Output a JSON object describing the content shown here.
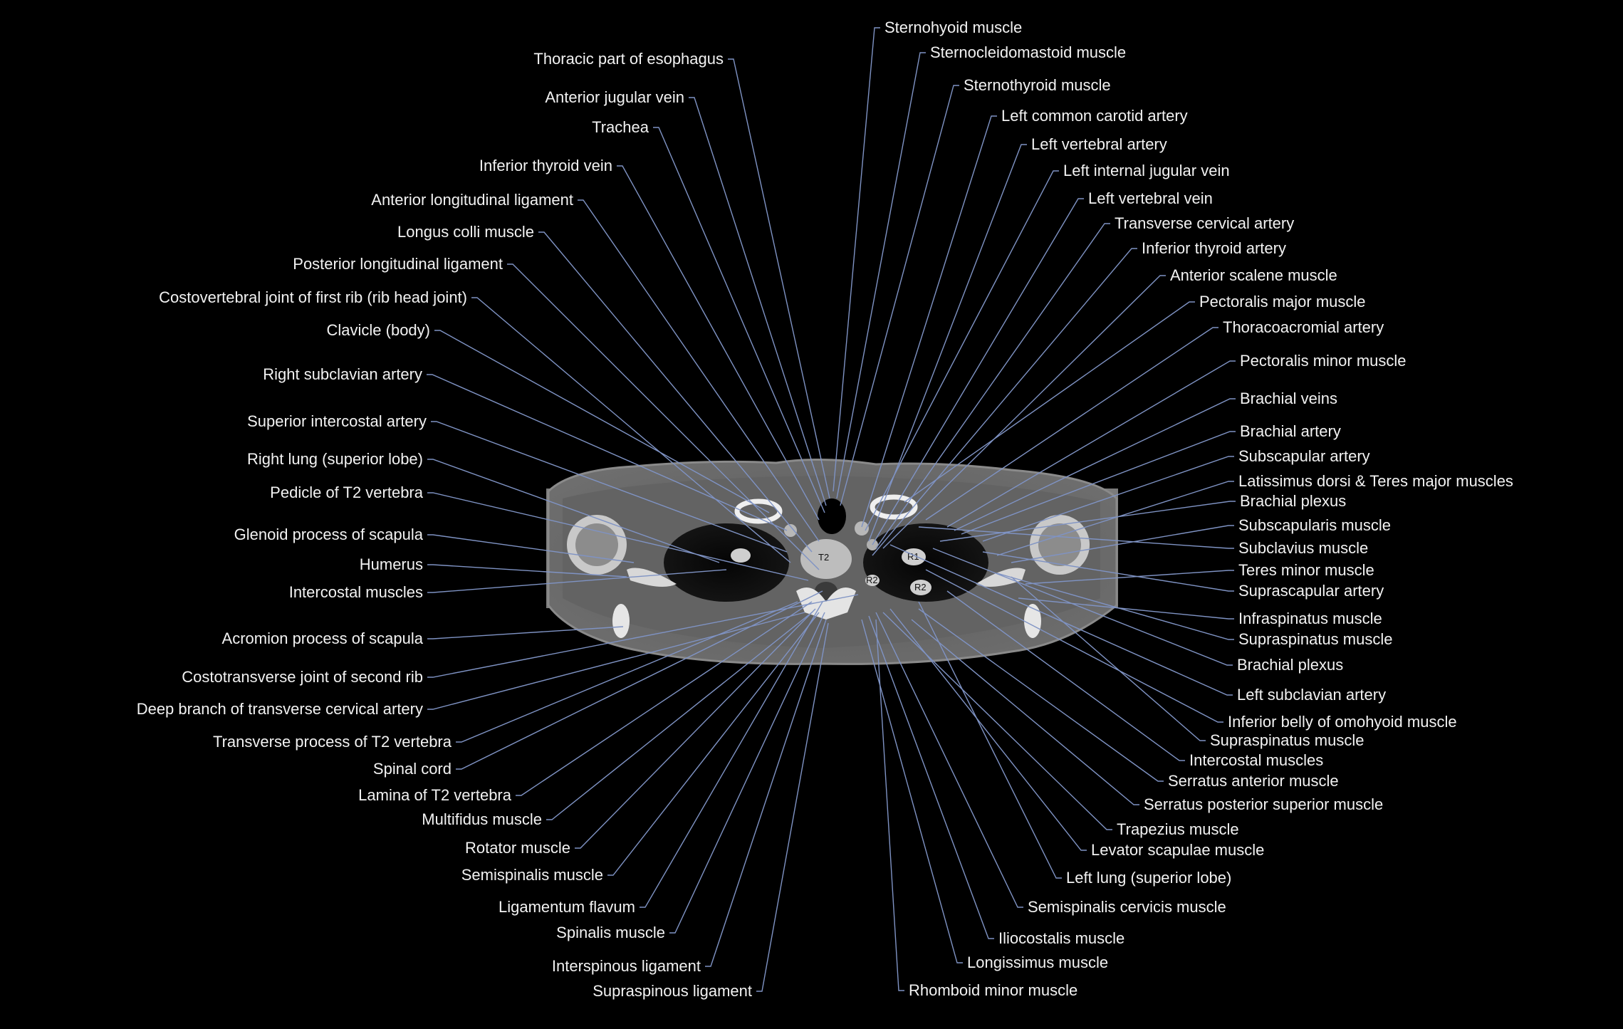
{
  "vertebra_labels": [
    "T2",
    "R1",
    "R2",
    "R2"
  ],
  "left_labels": [
    "Thoracic part of esophagus",
    "Anterior jugular vein",
    "Trachea",
    "Inferior thyroid vein",
    "Anterior longitudinal ligament",
    "Longus colli muscle",
    "Posterior longitudinal ligament",
    "Costovertebral joint of first rib (rib head joint)",
    "Clavicle (body)",
    "Right subclavian artery",
    "Superior intercostal artery",
    "Right lung (superior lobe)",
    "Pedicle of T2 vertebra",
    "Glenoid process of scapula",
    "Humerus",
    "Intercostal muscles",
    "Acromion process of scapula",
    "Costotransverse joint of second rib",
    "Deep branch of transverse cervical artery",
    "Transverse process of T2 vertebra",
    "Spinal cord",
    "Lamina of T2 vertebra",
    "Multifidus muscle",
    "Rotator muscle",
    "Semispinalis muscle",
    "Ligamentum flavum",
    "Spinalis muscle",
    "Interspinous ligament",
    "Supraspinous ligament"
  ],
  "right_labels": [
    "Sternohyoid muscle",
    "Sternocleidomastoid muscle",
    "Sternothyroid muscle",
    "Left common carotid artery",
    "Left vertebral artery",
    "Left internal jugular vein",
    "Left vertebral vein",
    "Transverse cervical artery",
    "Inferior thyroid artery",
    "Anterior scalene muscle",
    "Pectoralis major muscle",
    "Thoracoacromial artery",
    "Pectoralis minor muscle",
    "Brachial veins",
    "Brachial artery",
    "Subscapular artery",
    "Latissimus dorsi & Teres major muscles",
    "Brachial plexus",
    "Subscapularis muscle",
    "Subclavius muscle",
    "Teres minor muscle",
    "Suprascapular artery",
    "Infraspinatus muscle",
    "Supraspinatus muscle",
    "Brachial plexus",
    "Left subclavian artery",
    "Inferior belly of omohyoid muscle",
    "Supraspinatus muscle",
    "Intercostal muscles",
    "Serratus anterior muscle",
    "Serratus posterior superior muscle",
    "Trapezius muscle",
    "Levator scapulae muscle",
    "Left lung (superior lobe)",
    "Semispinalis cervicis muscle",
    "Iliocostalis muscle",
    "Longissimus muscle",
    "Rhomboid minor muscle"
  ]
}
